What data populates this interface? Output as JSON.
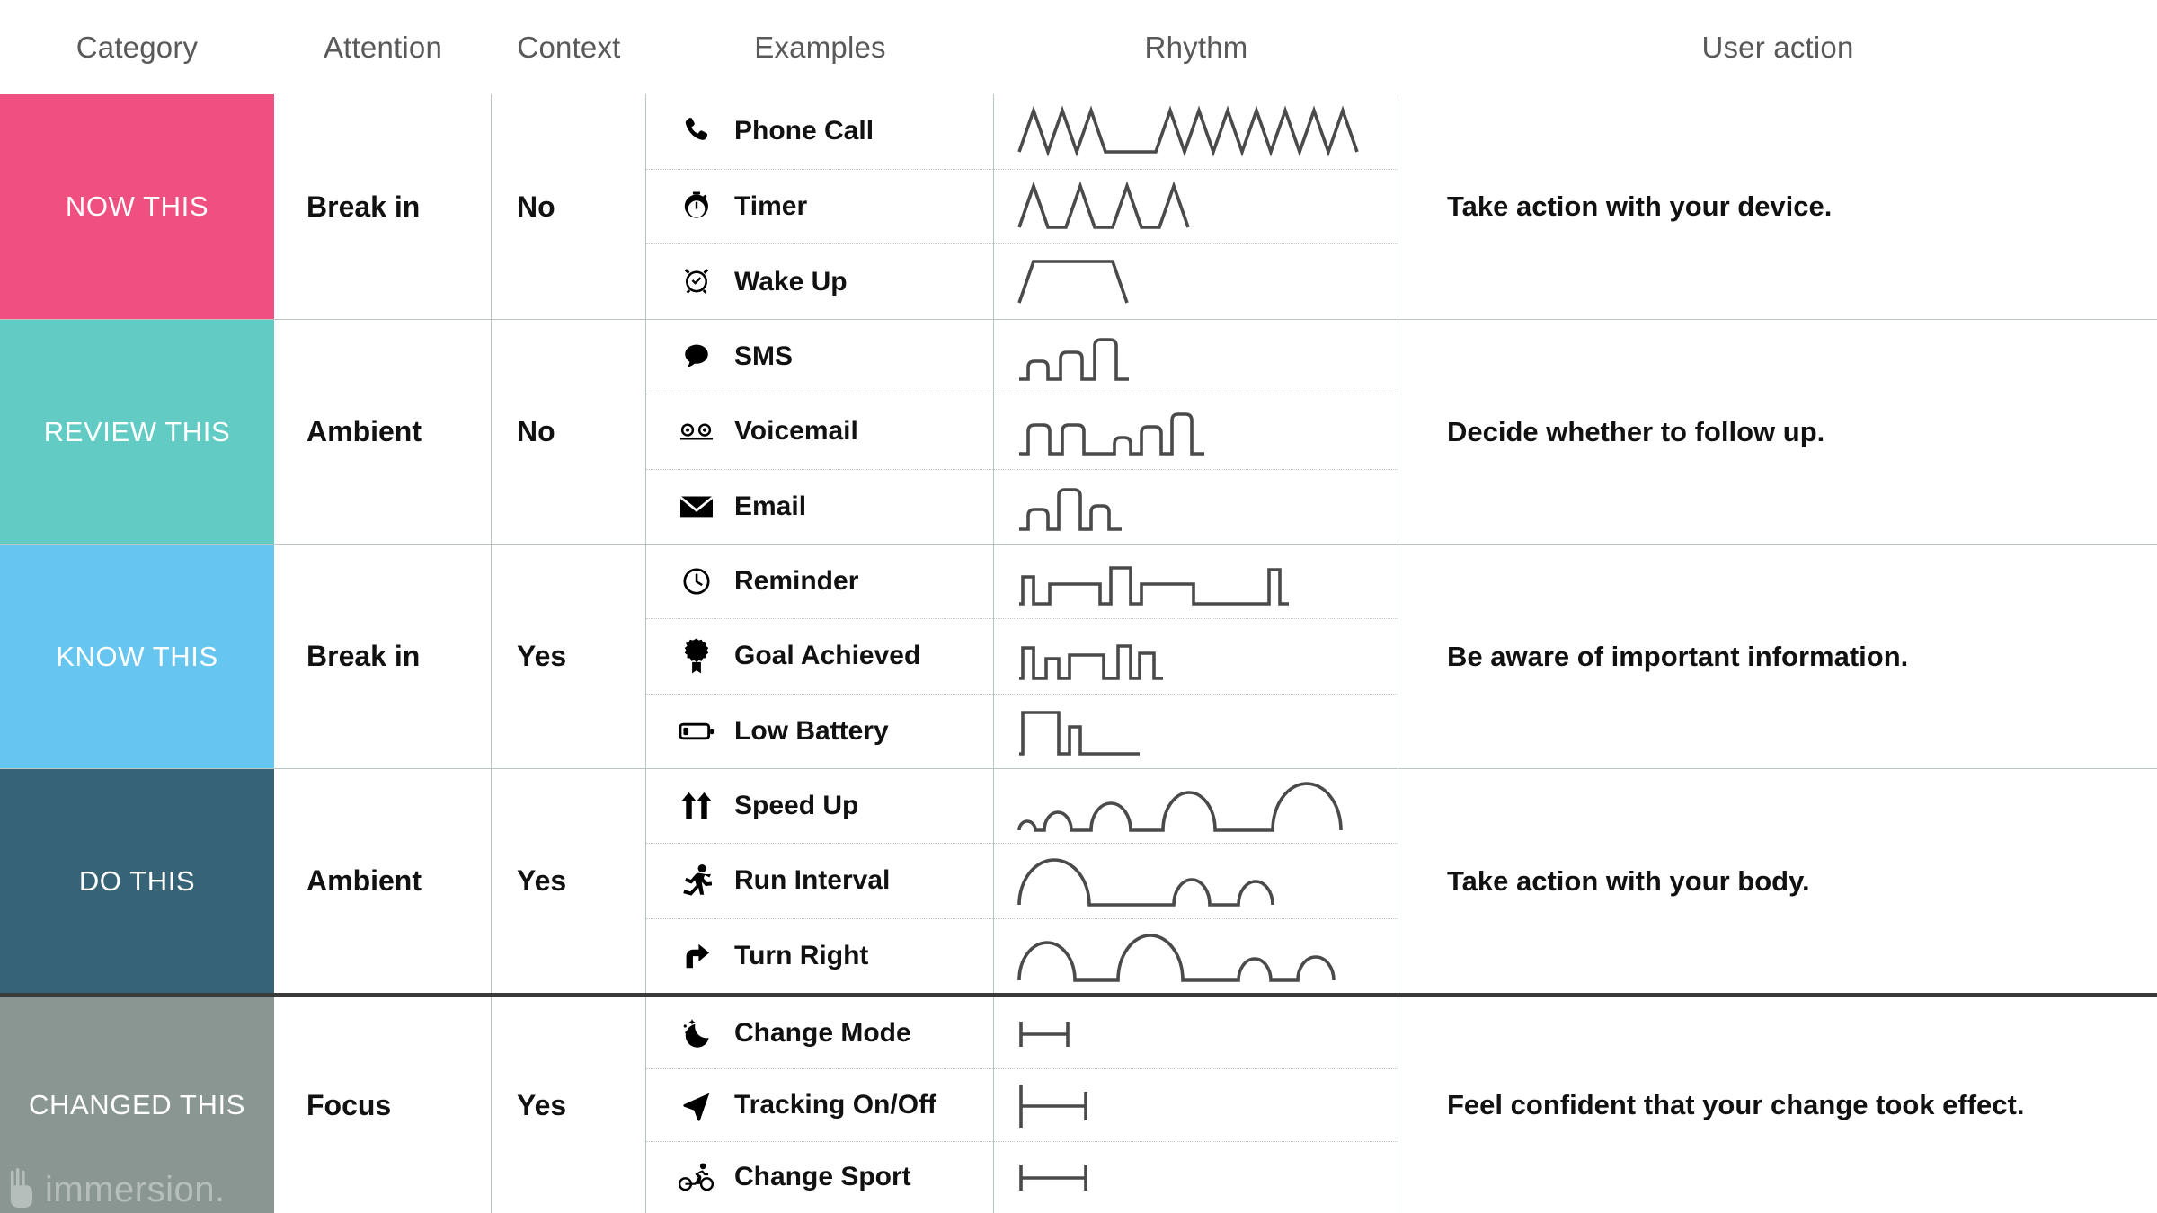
{
  "table": {
    "columns": [
      "Category",
      "Attention",
      "Context",
      "Examples",
      "Rhythm",
      "User action"
    ],
    "rows": [
      {
        "category": "NOW THIS",
        "color": "#EF5080",
        "attention": "Break in",
        "context": "No",
        "user_action": "Take action with your device.",
        "waveform_style": "triangle",
        "examples": [
          {
            "label": "Phone Call",
            "icon": "phone-icon"
          },
          {
            "label": "Timer",
            "icon": "stopwatch-icon"
          },
          {
            "label": "Wake Up",
            "icon": "alarm-clock-icon"
          }
        ]
      },
      {
        "category": "REVIEW THIS",
        "color": "#62CBC3",
        "attention": "Ambient",
        "context": "No",
        "user_action": "Decide whether to follow up.",
        "waveform_style": "rounded-pulse",
        "examples": [
          {
            "label": "SMS",
            "icon": "chat-bubble-icon"
          },
          {
            "label": "Voicemail",
            "icon": "voicemail-icon"
          },
          {
            "label": "Email",
            "icon": "envelope-icon"
          }
        ]
      },
      {
        "category": "KNOW THIS",
        "color": "#66C6EF",
        "attention": "Break in",
        "context": "Yes",
        "user_action": "Be aware of important information.",
        "waveform_style": "square-pulse",
        "examples": [
          {
            "label": "Reminder",
            "icon": "clock-icon"
          },
          {
            "label": "Goal Achieved",
            "icon": "award-ribbon-icon"
          },
          {
            "label": "Low Battery",
            "icon": "battery-low-icon"
          }
        ]
      },
      {
        "category": "DO THIS",
        "color": "#366476",
        "attention": "Ambient",
        "context": "Yes",
        "user_action": "Take action with your body.",
        "waveform_style": "arch",
        "examples": [
          {
            "label": "Speed Up",
            "icon": "double-up-arrow-icon"
          },
          {
            "label": "Run Interval",
            "icon": "running-person-icon"
          },
          {
            "label": "Turn Right",
            "icon": "turn-right-arrow-icon"
          }
        ]
      },
      {
        "category": "CHANGED THIS",
        "color": "#8A9691",
        "attention": "Focus",
        "context": "Yes",
        "user_action": "Feel confident that your change took effect.",
        "waveform_style": "h-bar",
        "examples": [
          {
            "label": "Change Mode",
            "icon": "moon-stars-icon"
          },
          {
            "label": "Tracking On/Off",
            "icon": "navigation-arrow-icon"
          },
          {
            "label": "Change Sport",
            "icon": "cyclist-icon"
          }
        ]
      }
    ]
  },
  "watermark": {
    "text": "immersion."
  }
}
